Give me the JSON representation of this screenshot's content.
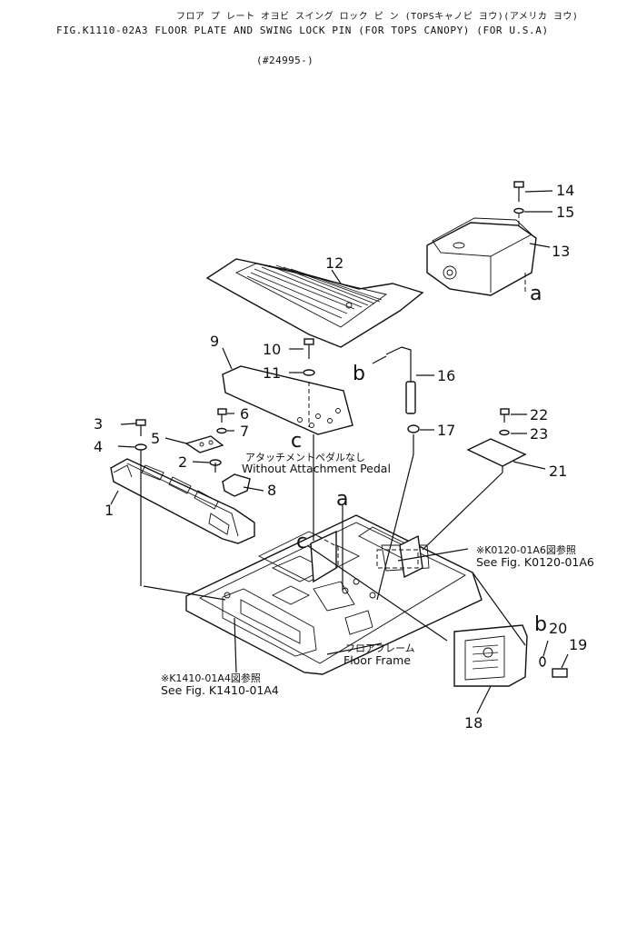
{
  "header": {
    "kana_title": "フロア プ レート オヨビ スイング ロック ピ ン (TOPSキャノピ ヨウ)(アメリカ ヨウ)",
    "fig_title": "FIG.K1110-02A3  FLOOR PLATE AND SWING LOCK PIN (FOR TOPS CANOPY) (FOR U.S.A)",
    "serial": "(#24995-)"
  },
  "callouts": {
    "p1": "1",
    "p2": "2",
    "p3": "3",
    "p4": "4",
    "p5": "5",
    "p6": "6",
    "p7": "7",
    "p8": "8",
    "p9": "9",
    "p10": "10",
    "p11": "11",
    "p12": "12",
    "p13": "13",
    "p14": "14",
    "p15": "15",
    "p16": "16",
    "p17": "17",
    "p18": "18",
    "p19": "19",
    "p20": "20",
    "p21": "21",
    "p22": "22",
    "p23": "23"
  },
  "letters": {
    "a_top": "a",
    "a_mid": "a",
    "b_top": "b",
    "b_low": "b",
    "c_top": "c",
    "c_mid": "c"
  },
  "notes": {
    "attach_jp": "アタッチメントペダルなし",
    "attach_en": "Without Attachment Pedal",
    "k0120_jp": "※K0120-01A6図参照",
    "k0120_en": "See Fig. K0120-01A6",
    "k1410_jp": "※K1410-01A4図参照",
    "k1410_en": "See Fig. K1410-01A4",
    "floor_jp": "フロアフレーム",
    "floor_en": "Floor Frame"
  }
}
